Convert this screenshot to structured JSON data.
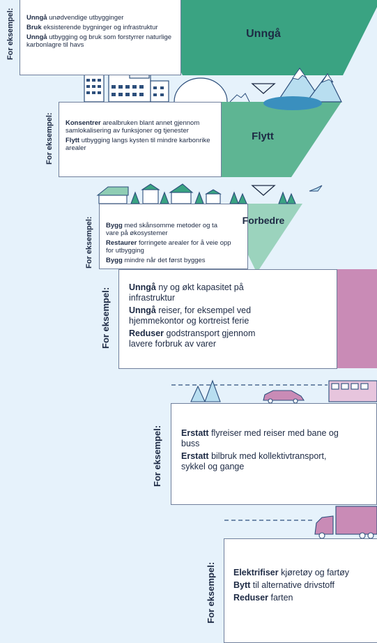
{
  "label_example": "For eksempel:",
  "tiers": [
    {
      "title": "Unngå",
      "items": [
        {
          "bold": "Unngå",
          "text": " unødvendige utbygginger"
        },
        {
          "bold": "Bruk",
          "text": " eksisterende bygninger og infrastruktur"
        },
        {
          "bold": "Unngå",
          "text": " utbygging og bruk som forstyrrer naturlige karbonlagre til havs"
        }
      ]
    },
    {
      "title": "Flytt",
      "items": [
        {
          "bold": "Konsentrer",
          "text": " arealbruken blant annet gjennom samlokalisering av funksjoner og tjenester"
        },
        {
          "bold": "Flytt",
          "text": " utbygging langs kysten til mindre karbonrike arealer"
        }
      ]
    },
    {
      "title": "Forbedre",
      "items": [
        {
          "bold": "Bygg",
          "text": " med skånsomme metoder og ta vare på økosystemer"
        },
        {
          "bold": "Restaurer",
          "text": " forringete arealer for å veie opp for utbygging"
        },
        {
          "bold": "Bygg",
          "text": " mindre når det først bygges"
        }
      ]
    },
    {
      "title": "",
      "items": [
        {
          "bold": "Unngå",
          "text": " ny og økt kapasitet på infrastruktur"
        },
        {
          "bold": "Unngå",
          "text": " reiser, for eksempel ved hjemmekontor og kortreist ferie"
        },
        {
          "bold": "Reduser",
          "text": " godstransport gjennom lavere forbruk av varer"
        }
      ]
    },
    {
      "title": "",
      "items": [
        {
          "bold": "Erstatt",
          "text": " flyreiser med reiser med bane og buss"
        },
        {
          "bold": "Erstatt",
          "text": " bilbruk med kollektivtransport, sykkel og gange"
        }
      ]
    },
    {
      "title": "",
      "items": [
        {
          "bold": "Elektrifiser",
          "text": " kjøretøy og fartøy"
        },
        {
          "bold": "Bytt",
          "text": " til alternative drivstoff"
        },
        {
          "bold": "Reduser",
          "text": " farten"
        }
      ]
    }
  ],
  "colors": {
    "green_dark": "#3aa382",
    "green_mid": "#5eb593",
    "green_light": "#9bd3bd",
    "pink_dark": "#c98bb6",
    "pink_light": "#e7c5dd",
    "ink": "#1d2a44",
    "sky": "#e6f2fb"
  }
}
